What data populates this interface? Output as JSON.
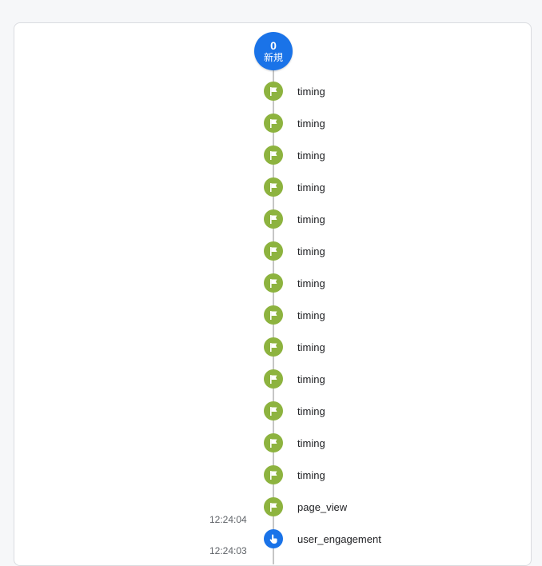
{
  "session": {
    "count": "0",
    "label": "新規",
    "color": "#1a73e8"
  },
  "colors": {
    "flag_event": "#8db33f",
    "engagement_event": "#1a73e8"
  },
  "events": [
    {
      "label": "timing",
      "icon": "flag-icon"
    },
    {
      "label": "timing",
      "icon": "flag-icon"
    },
    {
      "label": "timing",
      "icon": "flag-icon"
    },
    {
      "label": "timing",
      "icon": "flag-icon"
    },
    {
      "label": "timing",
      "icon": "flag-icon"
    },
    {
      "label": "timing",
      "icon": "flag-icon"
    },
    {
      "label": "timing",
      "icon": "flag-icon"
    },
    {
      "label": "timing",
      "icon": "flag-icon"
    },
    {
      "label": "timing",
      "icon": "flag-icon"
    },
    {
      "label": "timing",
      "icon": "flag-icon"
    },
    {
      "label": "timing",
      "icon": "flag-icon"
    },
    {
      "label": "timing",
      "icon": "flag-icon"
    },
    {
      "label": "timing",
      "icon": "flag-icon"
    },
    {
      "label": "page_view",
      "icon": "flag-icon"
    },
    {
      "label": "user_engagement",
      "icon": "touch-icon"
    }
  ],
  "timestamps": [
    "12:24:04",
    "12:24:03"
  ]
}
